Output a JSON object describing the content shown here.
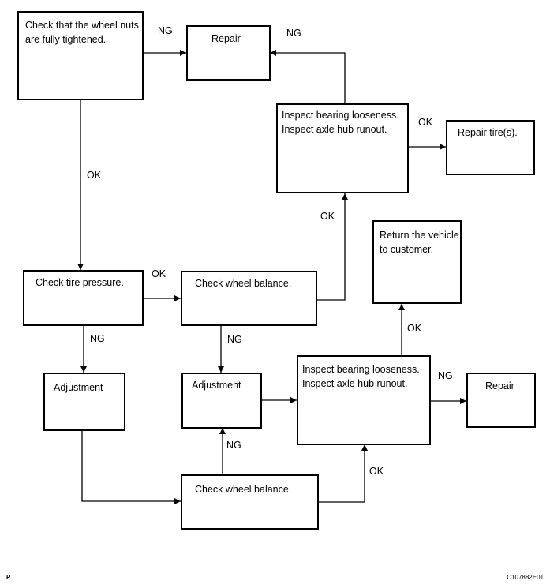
{
  "boxes": {
    "check_nuts": {
      "text": "Check that the wheel nuts\nare fully tightened."
    },
    "repair_top": {
      "text": "Repair"
    },
    "inspect_top": {
      "text": "Inspect bearing looseness.\nInspect axle hub runout."
    },
    "repair_tires": {
      "text": "Repair tire(s)."
    },
    "return_vehicle": {
      "text": "Return the vehicle\nto customer."
    },
    "check_pressure": {
      "text": "Check tire pressure."
    },
    "check_balance_1": {
      "text": "Check wheel balance."
    },
    "adjust_left": {
      "text": "Adjustment"
    },
    "adjust_mid": {
      "text": "Adjustment"
    },
    "inspect_bottom": {
      "text": "Inspect bearing looseness.\nInspect axle hub runout."
    },
    "repair_bottom": {
      "text": "Repair"
    },
    "check_balance_2": {
      "text": "Check wheel balance."
    }
  },
  "labels": {
    "ng_nuts_repair": "NG",
    "ng_inspect_repair": "NG",
    "ok_inspect_tires": "OK",
    "ok_nuts_pressure": "OK",
    "ok_pressure_balance": "OK",
    "ok_balance_inspect": "OK",
    "ng_pressure_adjust": "NG",
    "ng_balance_adjust": "NG",
    "ng_balance2_adjust": "NG",
    "ok_balance2_inspect": "OK",
    "ng_inspect_bottom_repair": "NG",
    "ok_inspect_bottom_return": "OK"
  },
  "footer": {
    "left": "P",
    "right": "C107882E01"
  }
}
